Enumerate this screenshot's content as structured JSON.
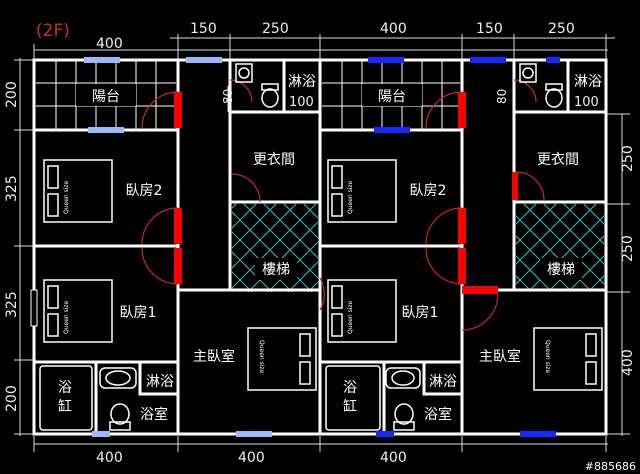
{
  "floor_label": "(2F)",
  "watermark": "#885686",
  "dims": {
    "top": [
      "400",
      "150",
      "250",
      "400",
      "150",
      "250"
    ],
    "bottom": [
      "400",
      "400",
      "400"
    ],
    "left": [
      "200",
      "325",
      "325",
      "200"
    ],
    "right": [
      "250",
      "250",
      "400"
    ],
    "inner_80_a": "80",
    "inner_80_b": "80",
    "inner_100_a": "100",
    "inner_100_b": "100"
  },
  "rooms": {
    "balcony_left": "陽台",
    "balcony_right": "陽台",
    "bedroom2_left": "臥房2",
    "bedroom2_right": "臥房2",
    "bedroom1_left": "臥房1",
    "bedroom1_right": "臥房1",
    "closet_left": "更衣間",
    "closet_right": "更衣間",
    "stair_left": "樓梯",
    "stair_right": "樓梯",
    "master_left": "主臥室",
    "master_right": "主臥室",
    "shower_top_left": "淋浴",
    "shower_top_right": "淋浴",
    "shower_bottom_left": "淋浴",
    "shower_bottom_right": "淋浴",
    "bathroom_left": "浴室",
    "bathroom_right": "浴室",
    "tub_left_1": "浴",
    "tub_left_2": "缸",
    "tub_right_1": "浴",
    "tub_right_2": "缸"
  },
  "bed_label": "Queen size",
  "colors": {
    "background": "#000000",
    "walls": "#ffffff",
    "dimensions": "#ffffff",
    "floor_label": "#d62828",
    "doors": "#ff0000",
    "door_swings": "#cc2222",
    "windows_blue": "#1428ff",
    "windows_light": "#9bb8ff",
    "stair_hatch": "#2fbfbf",
    "tile_grid": "#ffffff",
    "watermark": "#ffffff"
  }
}
